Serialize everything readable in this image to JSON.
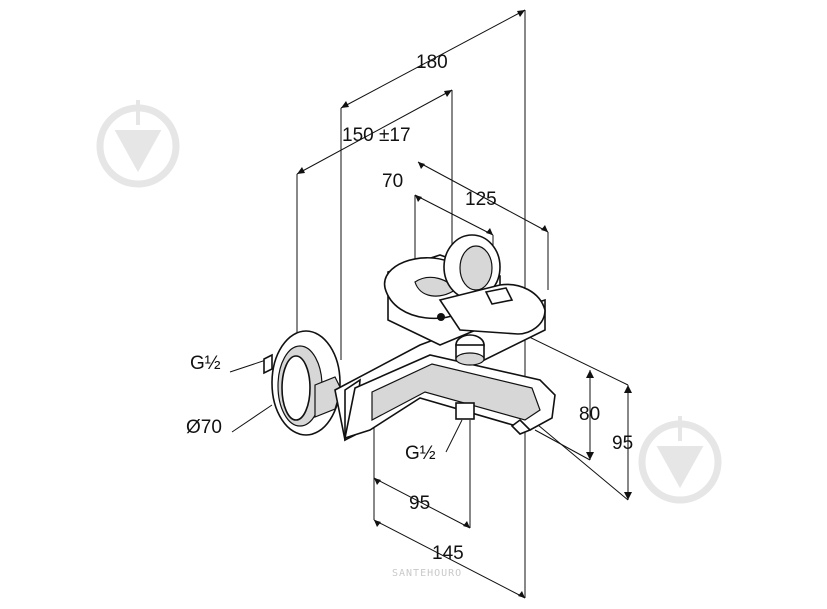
{
  "dimensions": {
    "overall_length": "180",
    "centre_distance": "150 ±17",
    "handle_depth": "70",
    "handle_reach": "125",
    "spout_height_80": "80",
    "spout_height_95": "95",
    "spout_reach_95": "95",
    "spout_reach_145": "145",
    "inlet_thread": "G½",
    "outlet_thread": "G½",
    "flange_diameter": "Ø70"
  },
  "watermark": "SANTEHOURO",
  "colors": {
    "line": "#111111",
    "shade": "#d7d7d7",
    "logo": "#e6e6e6"
  },
  "icons": [
    "diverter-logo-left",
    "diverter-logo-right"
  ]
}
